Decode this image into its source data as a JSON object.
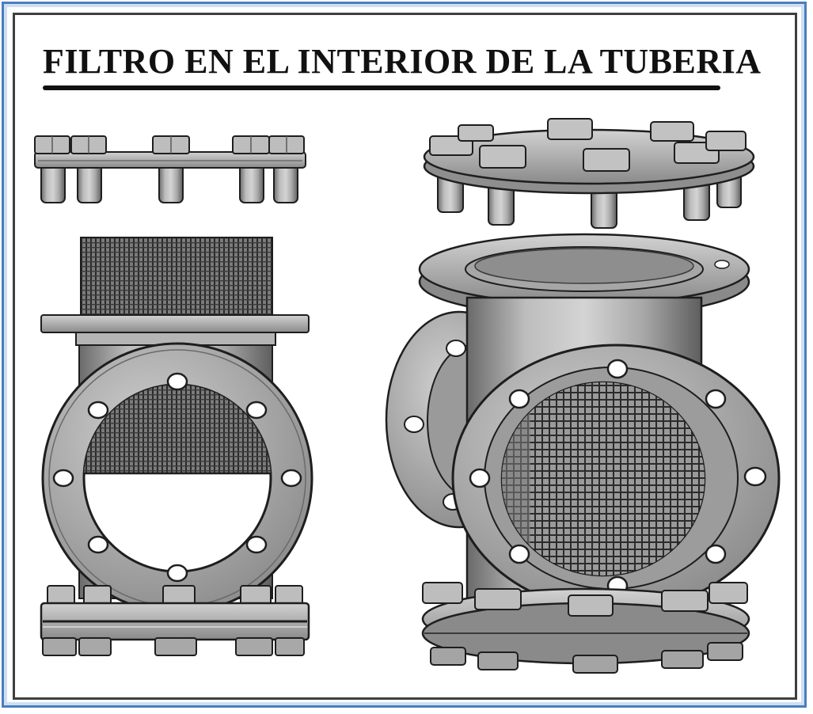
{
  "title": "FILTRO EN EL INTERIOR DE LA TUBERIA",
  "colors": {
    "frame_blue": "#4a7ebf",
    "frame_dark": "#3f3f3f",
    "metal_light": "#c9c9c9",
    "metal_mid": "#9c9c9c",
    "metal_dark": "#5e5e5e",
    "outline": "#1e1e1e"
  },
  "views": [
    {
      "name": "front-view",
      "parts": [
        "top-flange-with-bolts",
        "mesh-strainer-basket",
        "tee-body",
        "side-flange",
        "bottom-flange-with-bolts"
      ]
    },
    {
      "name": "isometric-view",
      "parts": [
        "top-flange-with-bolts",
        "top-body-flange",
        "tee-body",
        "side-flange",
        "back-flange",
        "mesh-strainer-basket",
        "bottom-flange-with-bolts"
      ]
    }
  ]
}
